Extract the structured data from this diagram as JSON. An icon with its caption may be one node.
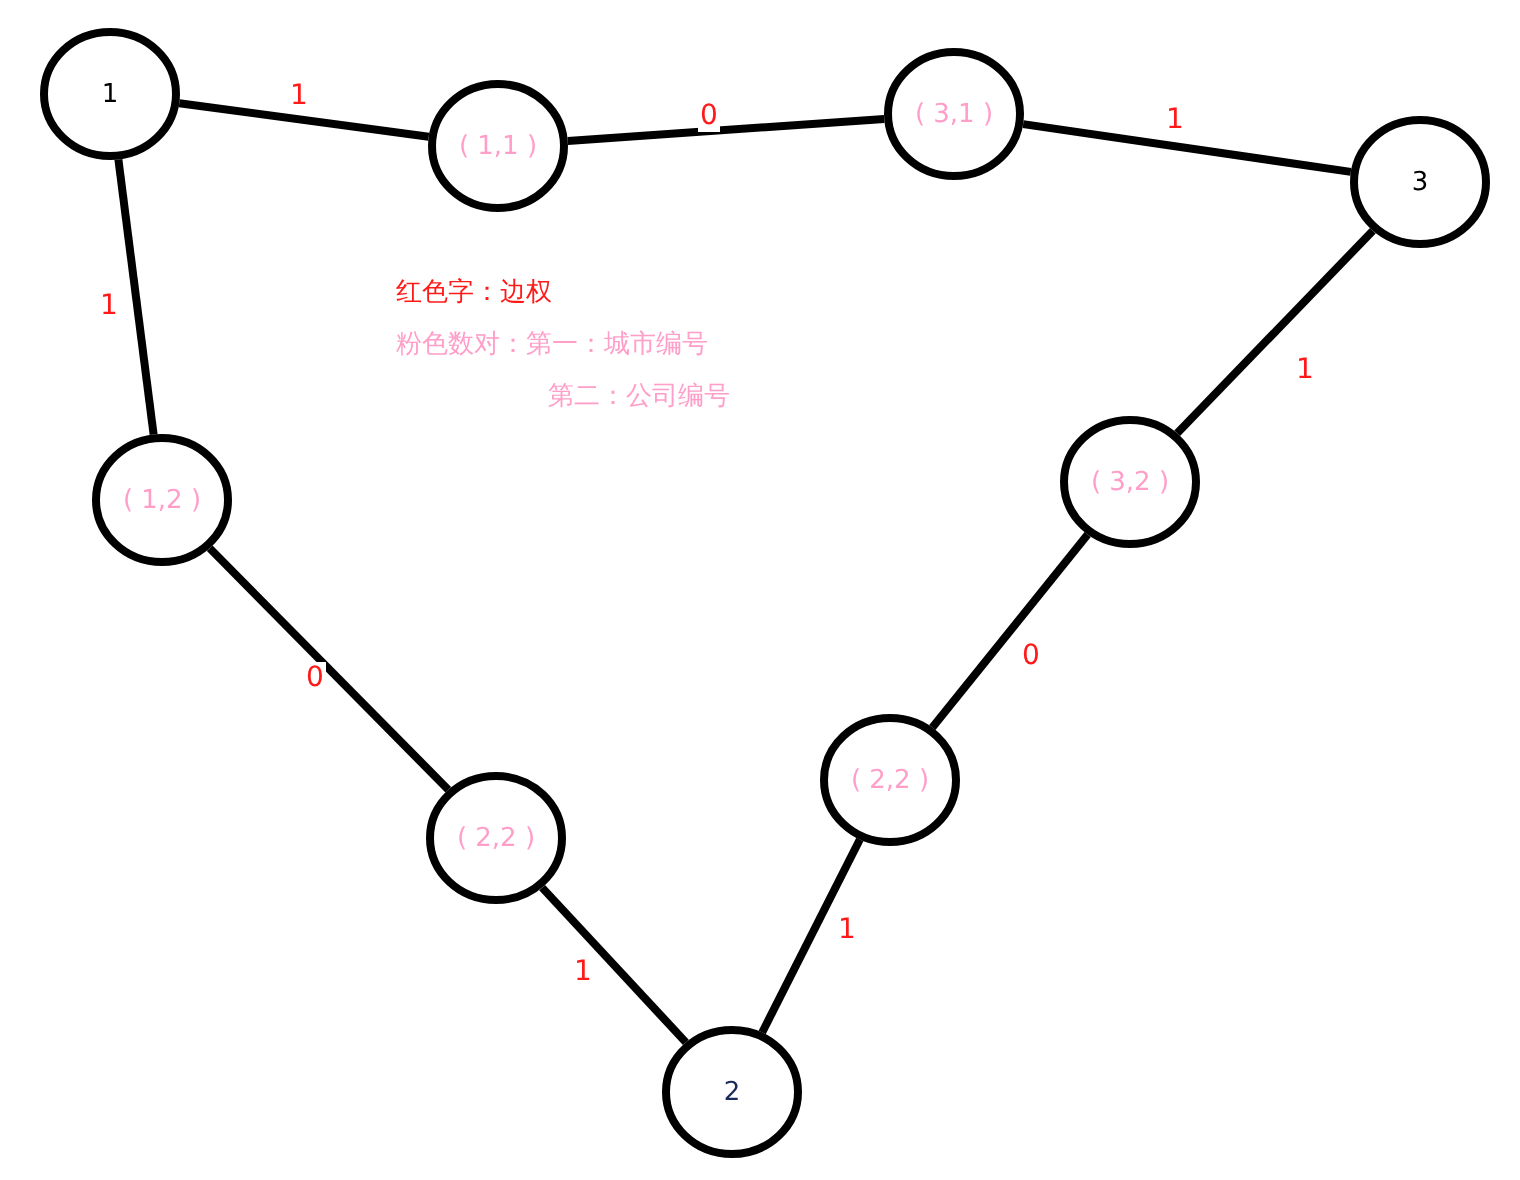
{
  "diagram": {
    "nodes": [
      {
        "text": [
          "1"
        ]
      },
      {
        "text": [
          "( 1,1 )"
        ]
      },
      {
        "text": [
          "( 3,1 )"
        ]
      },
      {
        "text": [
          "3"
        ]
      },
      {
        "text": [
          "( 3,2 )"
        ]
      },
      {
        "text": [
          "( 1,2 )"
        ]
      },
      {
        "text": [
          "( 2,2 )"
        ]
      },
      {
        "text": [
          "( 2,2 )"
        ]
      },
      {
        "text": [
          "2"
        ]
      }
    ],
    "edges": [
      {
        "from": 0,
        "to": 1,
        "arrow": "none",
        "label": "1"
      },
      {
        "from": 1,
        "to": 2,
        "arrow": "none",
        "label": "0"
      },
      {
        "from": 2,
        "to": 3,
        "arrow": "none",
        "label": "1"
      },
      {
        "from": 0,
        "to": 5,
        "arrow": "none",
        "label": "1"
      },
      {
        "from": 3,
        "to": 4,
        "arrow": "none",
        "label": "1"
      },
      {
        "from": 5,
        "to": 7,
        "arrow": "none",
        "label": "0"
      },
      {
        "from": 4,
        "to": 6,
        "arrow": "none",
        "label": "0"
      },
      {
        "from": 7,
        "to": 8,
        "arrow": "none",
        "label": "1"
      },
      {
        "from": 6,
        "to": 8,
        "arrow": "none",
        "label": "1"
      }
    ],
    "labels": [
      "红色字：边权",
      "粉色数对：第一：城市编号",
      "第二：公司编号"
    ]
  }
}
